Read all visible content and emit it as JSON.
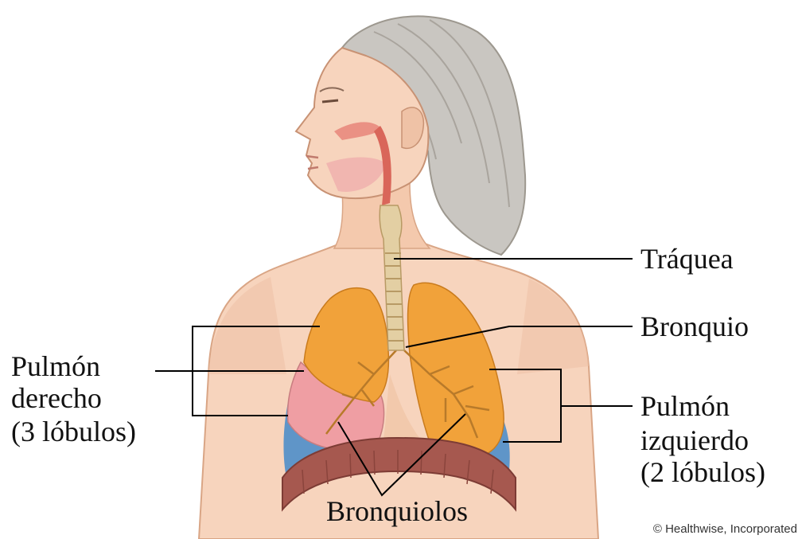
{
  "labels": {
    "trachea": "Tráquea",
    "bronchus": "Bronquio",
    "right_lung_line1": "Pulmón",
    "right_lung_line2": "derecho",
    "right_lung_line3": "(3 lóbulos)",
    "left_lung_line1": "Pulmón",
    "left_lung_line2": "izquierdo",
    "left_lung_line3": "(2 lóbulos)",
    "bronchioles": "Bronquiolos"
  },
  "copyright": "© Healthwise, Incorporated",
  "colors": {
    "skin": "#f7d4bd",
    "skin_shadow": "#e9b79a",
    "hair": "#c9c6c1",
    "hair_shadow": "#a9a49d",
    "lung_orange": "#f1a23a",
    "lung_pink": "#ef9ea3",
    "lung_blue": "#5f95c8",
    "diaphragm": "#a6584f",
    "trachea": "#e3cfa3",
    "airway_red": "#d9665a",
    "leader_line": "#000000"
  }
}
